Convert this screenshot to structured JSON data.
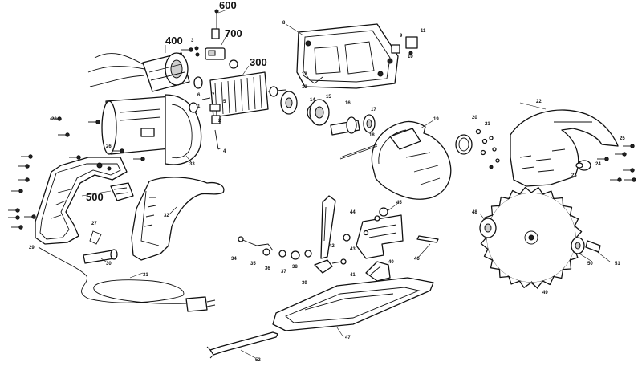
{
  "callouts": {
    "c600": "600",
    "c700": "700",
    "c400": "400",
    "c300": "300",
    "c500": "500",
    "c1": "1",
    "c2": "2",
    "c3": "3",
    "c4": "4",
    "c5": "5",
    "c6": "6",
    "c7": "7",
    "c8": "8",
    "c9": "9",
    "c10": "10",
    "c11": "11",
    "c12": "12",
    "c13": "13",
    "c14": "14",
    "c15": "15",
    "c16": "16",
    "c17": "17",
    "c18": "18",
    "c19": "19",
    "c20": "20",
    "c21": "21",
    "c22": "22",
    "c23": "23",
    "c24": "24",
    "c25": "25",
    "c26": "26",
    "c27": "27",
    "c28": "28",
    "c29": "29",
    "c30": "30",
    "c31": "31",
    "c32": "32",
    "c33": "33",
    "c34": "34",
    "c35": "35",
    "c36": "36",
    "c37": "37",
    "c38": "38",
    "c39": "39",
    "c40": "40",
    "c41": "41",
    "c42": "42",
    "c43": "43",
    "c44": "44",
    "c45": "45",
    "c46": "46",
    "c47": "47",
    "c48": "48",
    "c49": "49",
    "c50": "50",
    "c51": "51",
    "c52": "52"
  }
}
